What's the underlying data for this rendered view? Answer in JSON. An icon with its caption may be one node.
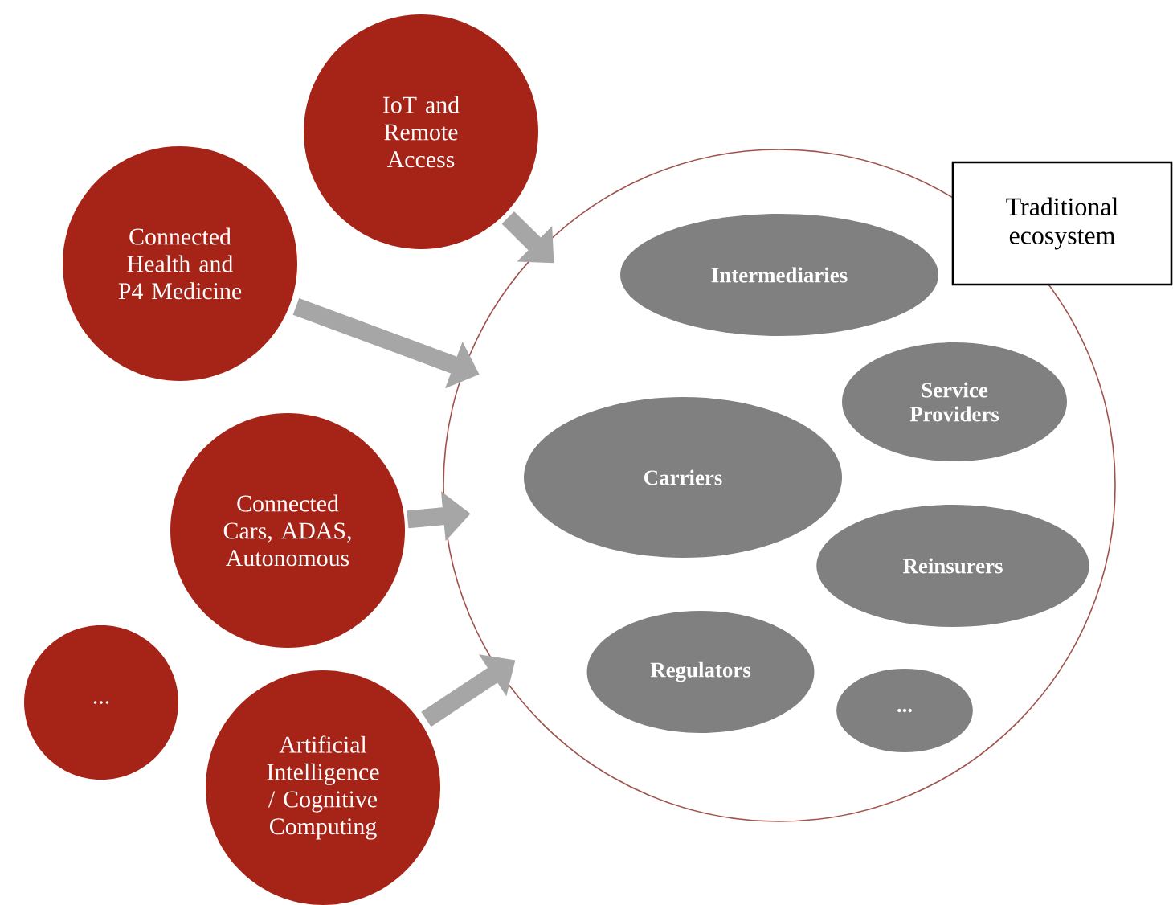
{
  "diagram": {
    "nodes": [
      {
        "text": [
          "IoT and Remote Access"
        ]
      },
      {
        "text": [
          "Connected Health and P4 Medicine"
        ]
      },
      {
        "text": [
          "Connected Cars, ADAS, Autonomous"
        ]
      },
      {
        "text": [
          "..."
        ]
      },
      {
        "text": [
          "Artificial Intelligence / Cognitive Computing"
        ]
      },
      {
        "text": [],
        "shape": "circle"
      },
      {
        "text": [
          "Traditional ecosystem"
        ]
      },
      {
        "text": [
          "Intermediaries"
        ],
        "in": 5
      },
      {
        "text": [
          "Service Providers"
        ],
        "in": 5
      },
      {
        "text": [
          "Carriers"
        ],
        "in": 5
      },
      {
        "text": [
          "Reinsurers"
        ],
        "in": 5
      },
      {
        "text": [
          "Regulators"
        ],
        "in": 5
      },
      {
        "text": [
          "..."
        ],
        "in": 5
      }
    ],
    "edges": [
      {
        "from": 0,
        "to": 5,
        "arrow": "to"
      },
      {
        "from": 1,
        "to": 5,
        "arrow": "to"
      },
      {
        "from": 2,
        "to": 5,
        "arrow": "to"
      },
      {
        "from": 4,
        "to": 5,
        "arrow": "to"
      }
    ]
  }
}
